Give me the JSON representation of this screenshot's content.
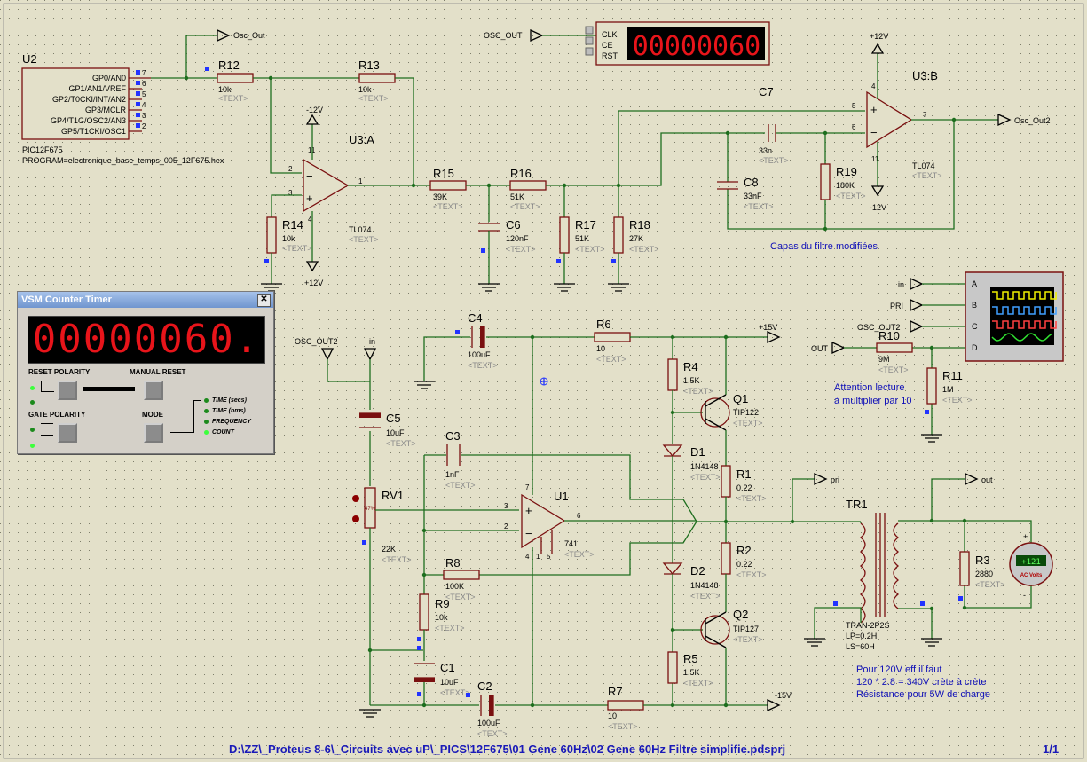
{
  "footer": {
    "path": "D:\\ZZ\\_Proteus 8-6\\_Circuits avec uP\\_PICS\\12F675\\01 Gene 60Hz\\02 Gene 60Hz Filtre simplifie.pdsprj",
    "page": "1/1"
  },
  "notes": {
    "capas": "Capas du filtre modifiées",
    "attention1": "Attention lecture",
    "attention2": "à multiplier par 10",
    "pour1": "Pour 120V eff il faut",
    "pour2": "120 * 2.8 = 340V crète à crète",
    "pour3": "Résistance pour 5W de charge"
  },
  "nets": {
    "osc_out": "Osc_Out",
    "osc_out_cap": "OSC_OUT",
    "osc_out2": "Osc_Out2",
    "osc_out2_cap": "OSC_OUT2",
    "osc_out2_mixed": "OSC_OUT2",
    "in": "in",
    "pri": "pri",
    "pri_cap": "PRI",
    "out": "out",
    "out_cap": "OUT",
    "p12v": "+12V",
    "m12v": "-12V",
    "p15v": "+15V",
    "m15v": "-15V"
  },
  "u2": {
    "ref": "U2",
    "part": "PIC12F675",
    "program": "PROGRAM=electronique_base_temps_005_12F675.hex",
    "pins": [
      {
        "name": "GP0/AN0",
        "num": "7"
      },
      {
        "name": "GP1/AN1/VREF",
        "num": "6"
      },
      {
        "name": "GP2/T0CKI/INT/AN2",
        "num": "5"
      },
      {
        "name": "GP3/MCLR",
        "num": "4"
      },
      {
        "name": "GP4/T1G/OSC2/AN3",
        "num": "3"
      },
      {
        "name": "GP5/T1CKI/OSC1",
        "num": "2"
      }
    ]
  },
  "counter_display": {
    "clk": "CLK",
    "ce": "CE",
    "rst": "RST",
    "value": "00000060"
  },
  "u3a": {
    "ref": "U3:A",
    "part": "TL074",
    "pin_plus": "3",
    "pin_minus": "2",
    "pin_out": "1",
    "pin_v4": "4",
    "pin_v11": "11"
  },
  "u3b": {
    "ref": "U3:B",
    "part": "TL074",
    "pin_plus": "5",
    "pin_minus": "6",
    "pin_out": "7",
    "pin_v4": "4",
    "pin_v11": "11"
  },
  "u1": {
    "ref": "U1",
    "part": "741",
    "pin_plus": "3",
    "pin_minus": "2",
    "pin_out": "6",
    "pin_v7": "7",
    "pin_v4": "4",
    "pin_1": "1",
    "pin_5": "5"
  },
  "parts": {
    "r12": {
      "ref": "R12",
      "val": "10k"
    },
    "r13": {
      "ref": "R13",
      "val": "10k"
    },
    "r14": {
      "ref": "R14",
      "val": "10k"
    },
    "r15": {
      "ref": "R15",
      "val": "39K"
    },
    "r16": {
      "ref": "R16",
      "val": "51K"
    },
    "r17": {
      "ref": "R17",
      "val": "51K"
    },
    "r18": {
      "ref": "R18",
      "val": "27K"
    },
    "r19": {
      "ref": "R19",
      "val": "180K"
    },
    "c6": {
      "ref": "C6",
      "val": "120nF"
    },
    "c7": {
      "ref": "C7",
      "val": "33n"
    },
    "c8": {
      "ref": "C8",
      "val": "33nF"
    },
    "c4": {
      "ref": "C4",
      "val": "100uF"
    },
    "r6": {
      "ref": "R6",
      "val": "10"
    },
    "r4": {
      "ref": "R4",
      "val": "1.5K"
    },
    "q1": {
      "ref": "Q1",
      "val": "TIP122"
    },
    "d1": {
      "ref": "D1",
      "val": "1N4148"
    },
    "r1": {
      "ref": "R1",
      "val": "0.22"
    },
    "c5": {
      "ref": "C5",
      "val": "10uF"
    },
    "c3": {
      "ref": "C3",
      "val": "1nF"
    },
    "rv1": {
      "ref": "RV1",
      "val": "22K",
      "pct": "47%"
    },
    "r8": {
      "ref": "R8",
      "val": "100K"
    },
    "r9": {
      "ref": "R9",
      "val": "10k"
    },
    "c1": {
      "ref": "C1",
      "val": "10uF"
    },
    "c2": {
      "ref": "C2",
      "val": "100uF"
    },
    "r7": {
      "ref": "R7",
      "val": "10"
    },
    "r5": {
      "ref": "R5",
      "val": "1.5K"
    },
    "q2": {
      "ref": "Q2",
      "val": "TIP127"
    },
    "d2": {
      "ref": "D2",
      "val": "1N4148"
    },
    "r2": {
      "ref": "R2",
      "val": "0.22"
    },
    "r10": {
      "ref": "R10",
      "val": "9M"
    },
    "r11": {
      "ref": "R11",
      "val": "1M"
    },
    "r3": {
      "ref": "R3",
      "val": "2880"
    },
    "tr1": {
      "ref": "TR1",
      "part": "TRAN-2P2S",
      "lp": "LP=0.2H",
      "ls": "LS=60H"
    }
  },
  "text_placeholder": "<TEXT>",
  "scope_channels": [
    "A",
    "B",
    "C",
    "D"
  ],
  "scope_trace_colors": [
    "#f0f000",
    "#40a0ff",
    "#ff4040",
    "#30e030"
  ],
  "voltmeter": {
    "reading": "+121",
    "unit": "AC Volts",
    "plus": "+",
    "minus": "-"
  },
  "vsm": {
    "title": "VSM Counter Timer",
    "display": "00000060.",
    "reset_polarity": "RESET POLARITY",
    "manual_reset": "MANUAL RESET",
    "gate_polarity": "GATE POLARITY",
    "mode": "MODE",
    "modes": [
      "TIME (secs)",
      "TIME (hms)",
      "FREQUENCY",
      "COUNT"
    ],
    "active_mode": "COUNT"
  }
}
